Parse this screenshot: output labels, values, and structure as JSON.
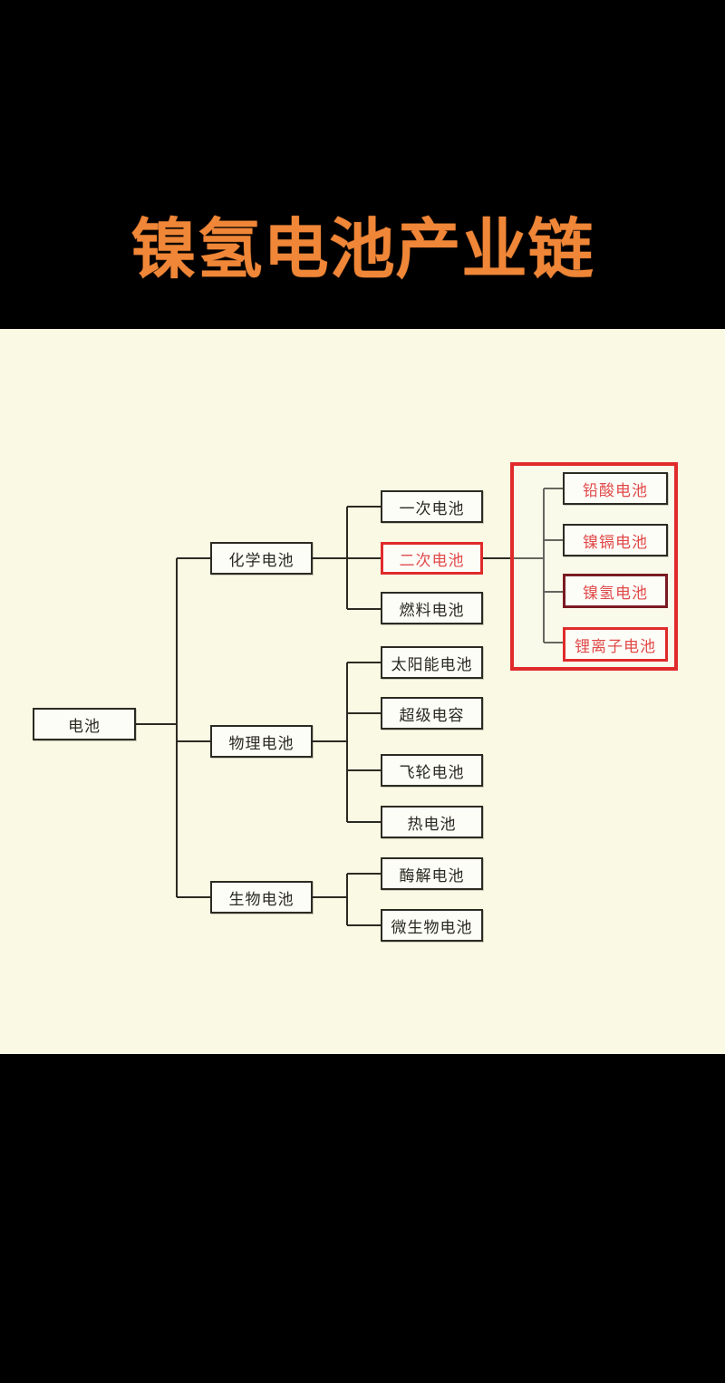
{
  "header": {
    "title": "镍氢电池产业链",
    "title_color": "#F08637",
    "background_color": "#000000"
  },
  "diagram": {
    "background_color": "#F9F9E4",
    "node_border_color": "#2B2B22",
    "highlight_color": "#E02B2B",
    "highlight_dark_color": "#7A1A22",
    "root": {
      "label": "电池"
    },
    "level2": [
      {
        "label": "化学电池"
      },
      {
        "label": "物理电池"
      },
      {
        "label": "生物电池"
      }
    ],
    "chemical_children": [
      {
        "label": "一次电池",
        "style": "plain"
      },
      {
        "label": "二次电池",
        "style": "red-border"
      },
      {
        "label": "燃料电池",
        "style": "plain"
      }
    ],
    "secondary_children": [
      {
        "label": "铅酸电池",
        "style": "red-text"
      },
      {
        "label": "镍镉电池",
        "style": "red-text"
      },
      {
        "label": "镍氢电池",
        "style": "darkred-border"
      },
      {
        "label": "锂离子电池",
        "style": "red-border"
      }
    ],
    "physical_children": [
      {
        "label": "太阳能电池",
        "style": "plain"
      },
      {
        "label": "超级电容",
        "style": "plain"
      },
      {
        "label": "飞轮电池",
        "style": "plain"
      },
      {
        "label": "热电池",
        "style": "plain"
      }
    ],
    "biological_children": [
      {
        "label": "酶解电池",
        "style": "plain"
      },
      {
        "label": "微生物电池",
        "style": "plain"
      }
    ]
  }
}
